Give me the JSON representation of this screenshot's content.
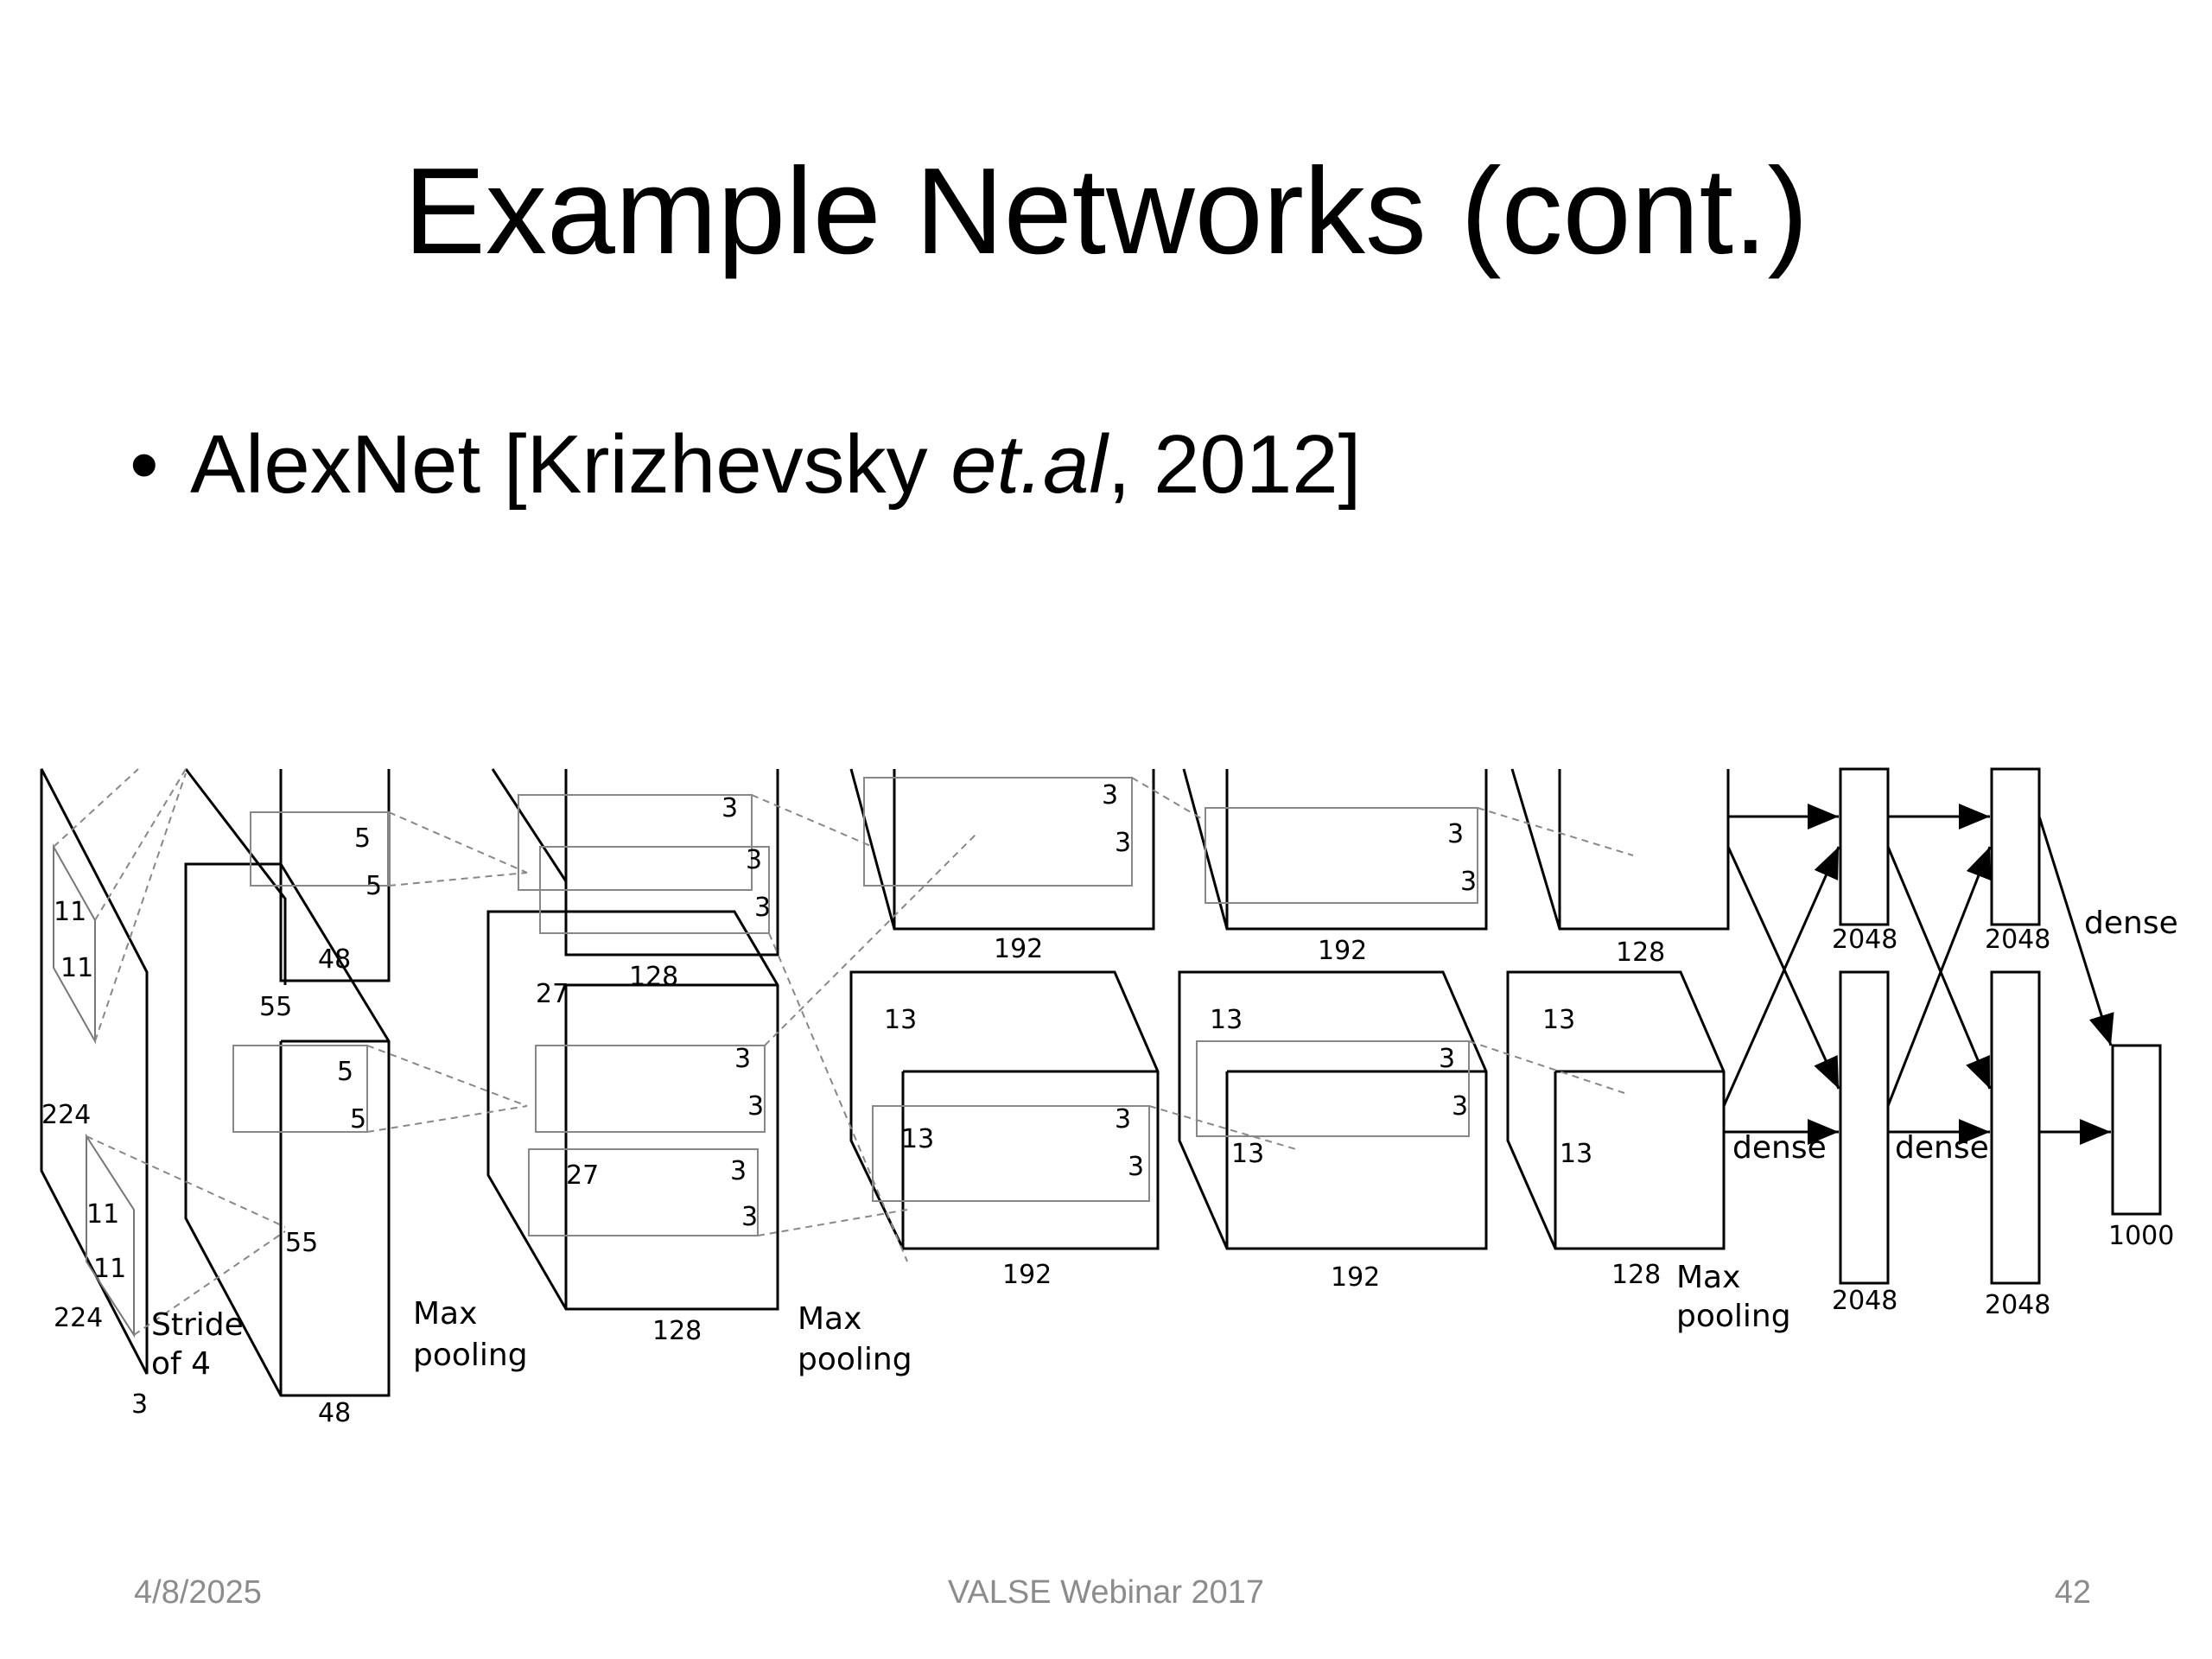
{
  "slide": {
    "title": "Example Networks (cont.)",
    "bullet_prefix": "AlexNet [Krizhevsky ",
    "bullet_italic": "et.al",
    "bullet_suffix": ", 2012]"
  },
  "footer": {
    "date": "4/8/2025",
    "center": "VALSE Webinar 2017",
    "page": "42"
  },
  "diagram_labels": [
    {
      "id": "in-224-side",
      "text": "224"
    },
    {
      "id": "in-224-bottom",
      "text": "224"
    },
    {
      "id": "in-3",
      "text": "3"
    },
    {
      "id": "k1-11a",
      "text": "11"
    },
    {
      "id": "k1-11b",
      "text": "11"
    },
    {
      "id": "k2-11a",
      "text": "11"
    },
    {
      "id": "k2-11b",
      "text": "11"
    },
    {
      "id": "stride",
      "text": "Stride"
    },
    {
      "id": "stride2",
      "text": "of 4"
    },
    {
      "id": "c1-55a",
      "text": "55"
    },
    {
      "id": "c1-55b",
      "text": "55"
    },
    {
      "id": "c1-48top",
      "text": "48"
    },
    {
      "id": "c1-48bot",
      "text": "48"
    },
    {
      "id": "c1-5a",
      "text": "5"
    },
    {
      "id": "c1-5b",
      "text": "5"
    },
    {
      "id": "c1-5c",
      "text": "5"
    },
    {
      "id": "c1-5d",
      "text": "5"
    },
    {
      "id": "mp1a",
      "text": "Max"
    },
    {
      "id": "mp1b",
      "text": "pooling"
    },
    {
      "id": "c2-27a",
      "text": "27"
    },
    {
      "id": "c2-27b",
      "text": "27"
    },
    {
      "id": "c2-128top",
      "text": "128"
    },
    {
      "id": "c2-128bot",
      "text": "128"
    },
    {
      "id": "c2-3a",
      "text": "3"
    },
    {
      "id": "c2-3b",
      "text": "3"
    },
    {
      "id": "c2-3c",
      "text": "3"
    },
    {
      "id": "c2-3d",
      "text": "3"
    },
    {
      "id": "c2-3e",
      "text": "3"
    },
    {
      "id": "c2-3f",
      "text": "3"
    },
    {
      "id": "c2-3g",
      "text": "3"
    },
    {
      "id": "mp2a",
      "text": "Max"
    },
    {
      "id": "mp2b",
      "text": "pooling"
    },
    {
      "id": "c3-3a",
      "text": "3"
    },
    {
      "id": "c3-3b",
      "text": "3"
    },
    {
      "id": "c3-192top",
      "text": "192"
    },
    {
      "id": "c3-13a",
      "text": "13"
    },
    {
      "id": "c3-13b",
      "text": "13"
    },
    {
      "id": "c3-3c",
      "text": "3"
    },
    {
      "id": "c3-3d",
      "text": "3"
    },
    {
      "id": "c3-192bot",
      "text": "192"
    },
    {
      "id": "c4-3a",
      "text": "3"
    },
    {
      "id": "c4-3b",
      "text": "3"
    },
    {
      "id": "c4-192top",
      "text": "192"
    },
    {
      "id": "c4-13a",
      "text": "13"
    },
    {
      "id": "c4-13b",
      "text": "13"
    },
    {
      "id": "c4-3c",
      "text": "3"
    },
    {
      "id": "c4-3d",
      "text": "3"
    },
    {
      "id": "c4-192bot",
      "text": "192"
    },
    {
      "id": "c5-128top",
      "text": "128"
    },
    {
      "id": "c5-13a",
      "text": "13"
    },
    {
      "id": "c5-13b",
      "text": "13"
    },
    {
      "id": "c5-128bot",
      "text": "128"
    },
    {
      "id": "mp3a",
      "text": "Max"
    },
    {
      "id": "mp3b",
      "text": "pooling"
    },
    {
      "id": "d-dense1",
      "text": "dense"
    },
    {
      "id": "d-dense2",
      "text": "dense"
    },
    {
      "id": "d-dense3",
      "text": "dense"
    },
    {
      "id": "fc6-top",
      "text": "2048"
    },
    {
      "id": "fc6-bot",
      "text": "2048"
    },
    {
      "id": "fc7-top",
      "text": "2048"
    },
    {
      "id": "fc7-bot",
      "text": "2048"
    },
    {
      "id": "fc8",
      "text": "1000"
    }
  ]
}
